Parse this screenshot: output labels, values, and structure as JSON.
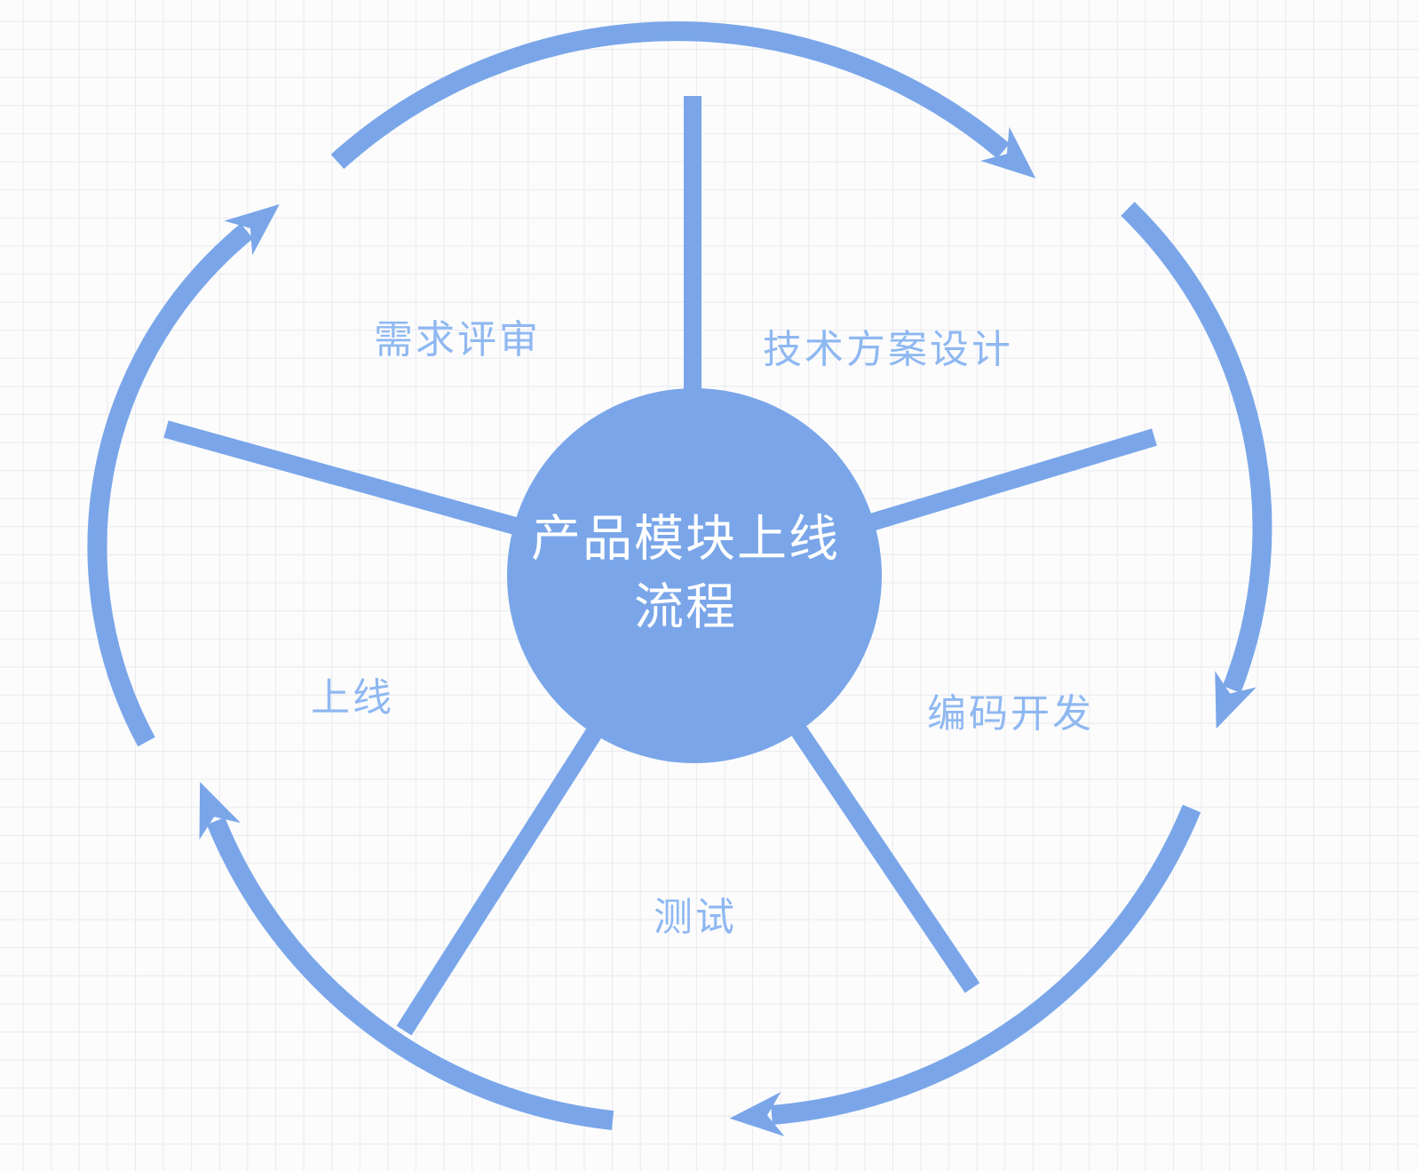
{
  "diagram": {
    "title": "产品模块上线流程",
    "center": {
      "line1": "产品模块上线",
      "line2": "流程"
    },
    "nodes": [
      {
        "id": "requirements-review",
        "label": "需求评审"
      },
      {
        "id": "technical-design",
        "label": "技术方案设计"
      },
      {
        "id": "coding",
        "label": "编码开发"
      },
      {
        "id": "testing",
        "label": "测试"
      },
      {
        "id": "launch",
        "label": "上线"
      }
    ],
    "flow_direction": "clockwise",
    "colors": {
      "shape_blue": "#7aa6e9",
      "label_blue": "#8fb8f1",
      "center_text": "#ffffff",
      "background": "#fcfcfd",
      "grid_line": "#e9eaed"
    }
  }
}
